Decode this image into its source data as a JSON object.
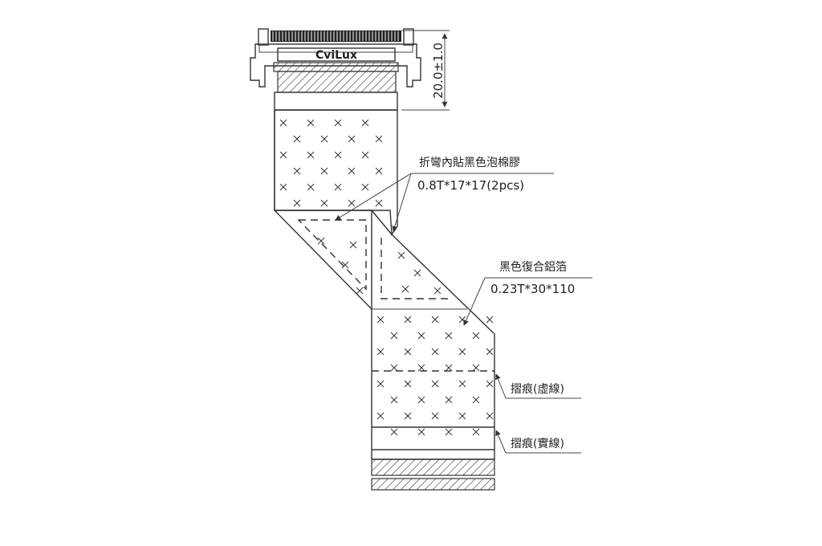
{
  "connector": {
    "brand": "CviLux"
  },
  "dimension": {
    "label": "20.0±1.0"
  },
  "callouts": {
    "foam": {
      "title": "折彎內貼黑色泡棉膠",
      "spec": "0.8T*17*17(2pcs)"
    },
    "foil": {
      "title": "黑色復合鋁箔",
      "spec": "0.23T*30*110"
    },
    "fold_dashed": {
      "label": "摺痕(虛線)"
    },
    "fold_solid": {
      "label": "摺痕(實線)"
    }
  },
  "colors": {
    "ink": "#333333",
    "background": "#ffffff"
  }
}
